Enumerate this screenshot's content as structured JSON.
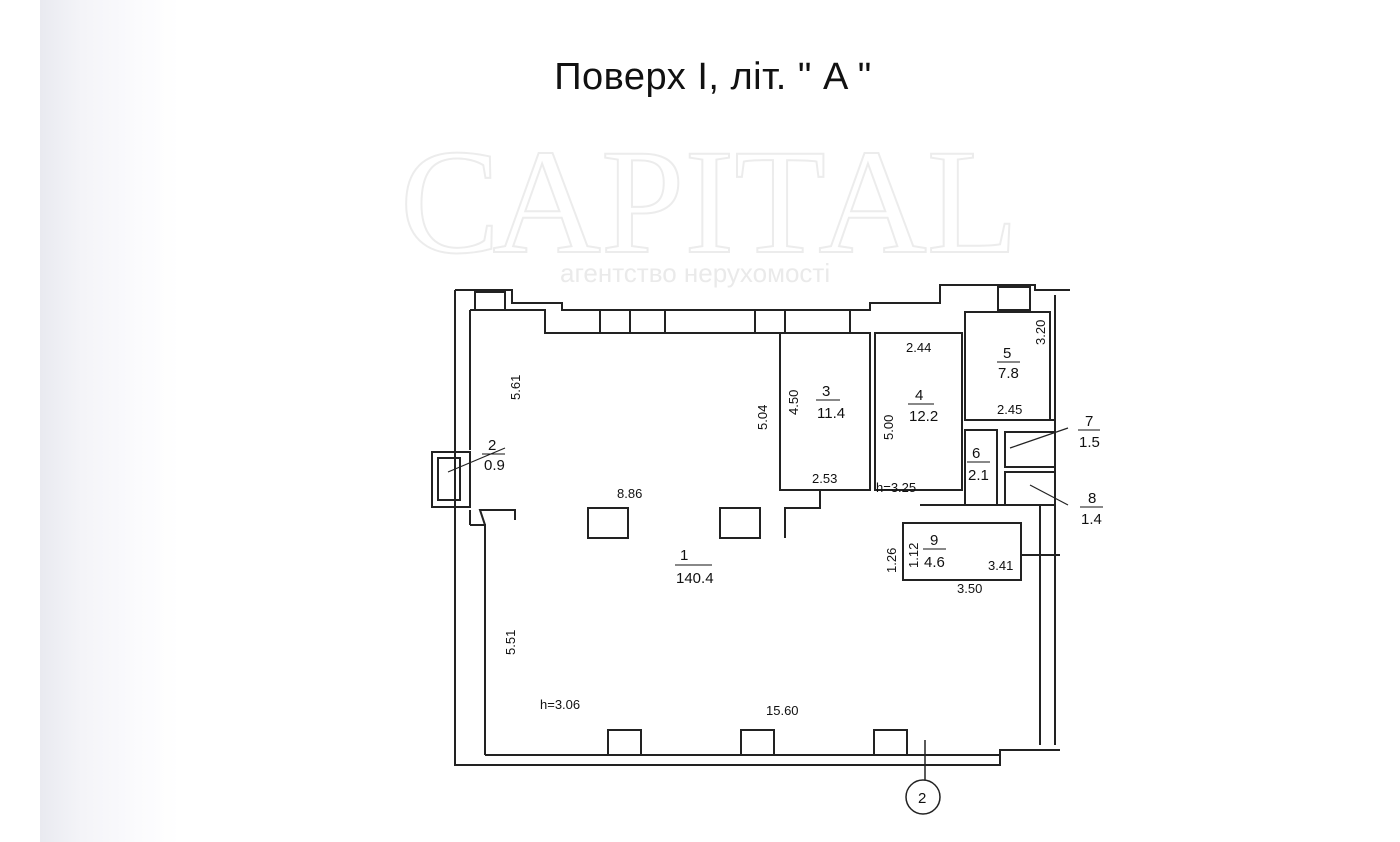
{
  "title": "Поверх  I, літ. \" A \"",
  "watermark": {
    "brand": "САРІТАL",
    "subtitle": "агентство нерухомості"
  },
  "rooms": [
    {
      "number": "1",
      "area": "140.4"
    },
    {
      "number": "2",
      "area": "0.9"
    },
    {
      "number": "3",
      "area": "11.4"
    },
    {
      "number": "4",
      "area": "12.2"
    },
    {
      "number": "5",
      "area": "7.8"
    },
    {
      "number": "6",
      "area": "2.1"
    },
    {
      "number": "7",
      "area": "1.5"
    },
    {
      "number": "8",
      "area": "1.4"
    },
    {
      "number": "9",
      "area": "4.6"
    }
  ],
  "dimensions": {
    "d561": "5.61",
    "d504": "5.04",
    "d450": "4.50",
    "d886": "8.86",
    "d253": "2.53",
    "d244": "2.44",
    "d500": "5.00",
    "d320": "3.20",
    "d245": "2.45",
    "d126": "1.26",
    "d112": "1.12",
    "d341": "3.41",
    "d350": "3.50",
    "d551": "5.51",
    "d1560": "15.60"
  },
  "heights": {
    "main": "h=3.06",
    "room4": "h=3.25"
  },
  "section_marker": "2"
}
